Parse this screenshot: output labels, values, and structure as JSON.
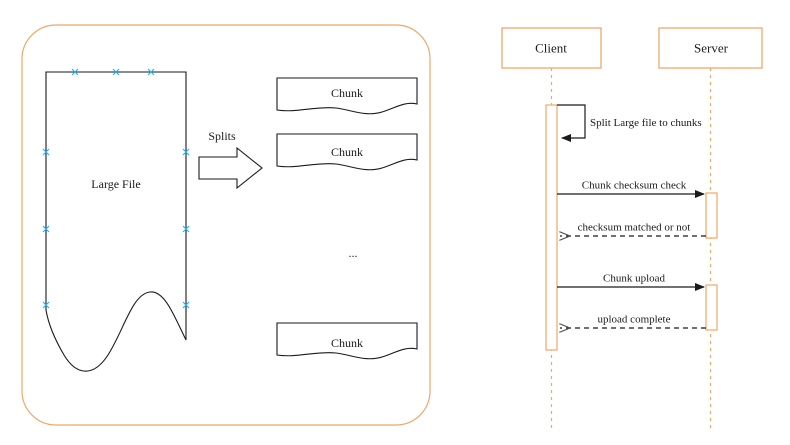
{
  "diagram": {
    "title_text_present": false,
    "colors": {
      "accent_orange": "#f0a868",
      "stroke_black": "#1a1a1a",
      "marker_blue": "#29b6f6",
      "background": "#ffffff"
    },
    "left_panel": {
      "name": "split-process-group",
      "source_document": {
        "label": "Large File",
        "anchor_marker": "x-marker",
        "anchor_marker_count": 9
      },
      "splits_arrow": {
        "label": "Splits",
        "direction": "right"
      },
      "chunks": [
        {
          "label": "Chunk"
        },
        {
          "label": "Chunk"
        },
        {
          "label": "Chunk"
        }
      ],
      "ellipsis": "..."
    },
    "sequence_diagram": {
      "participants": [
        {
          "name": "client",
          "label": "Client"
        },
        {
          "name": "server",
          "label": "Server"
        }
      ],
      "messages": [
        {
          "label": "Split Large file to chunks",
          "kind": "self",
          "from": "client",
          "to": "client",
          "style": "solid"
        },
        {
          "label": "Chunk checksum check",
          "kind": "call",
          "from": "client",
          "to": "server",
          "style": "solid"
        },
        {
          "label": "checksum matched or not",
          "kind": "return",
          "from": "server",
          "to": "client",
          "style": "dashed"
        },
        {
          "label": "Chunk upload",
          "kind": "call",
          "from": "client",
          "to": "server",
          "style": "solid"
        },
        {
          "label": "upload complete",
          "kind": "return",
          "from": "server",
          "to": "client",
          "style": "dashed"
        }
      ]
    }
  }
}
